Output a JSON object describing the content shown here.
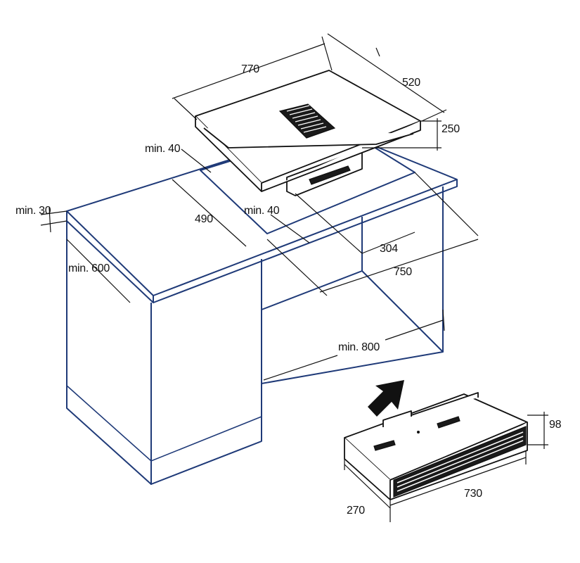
{
  "dimensions": {
    "hob_width": "770",
    "hob_depth": "520",
    "hob_height": "250",
    "cutout_margin_front": "min. 40",
    "cutout_margin_side": "min. 40",
    "cutout_depth": "490",
    "worktop_thickness": "min. 30",
    "cabinet_depth": "min. 600",
    "duct_offset": "304",
    "cutout_width": "750",
    "cabinet_width": "min. 800",
    "unit_height": "98",
    "unit_width": "730",
    "unit_depth": "270"
  },
  "colors": {
    "cabinet_line": "#1f3a78",
    "dimension_line": "#111111"
  },
  "icons": {
    "insert_arrow": "insert-arrow-icon"
  }
}
